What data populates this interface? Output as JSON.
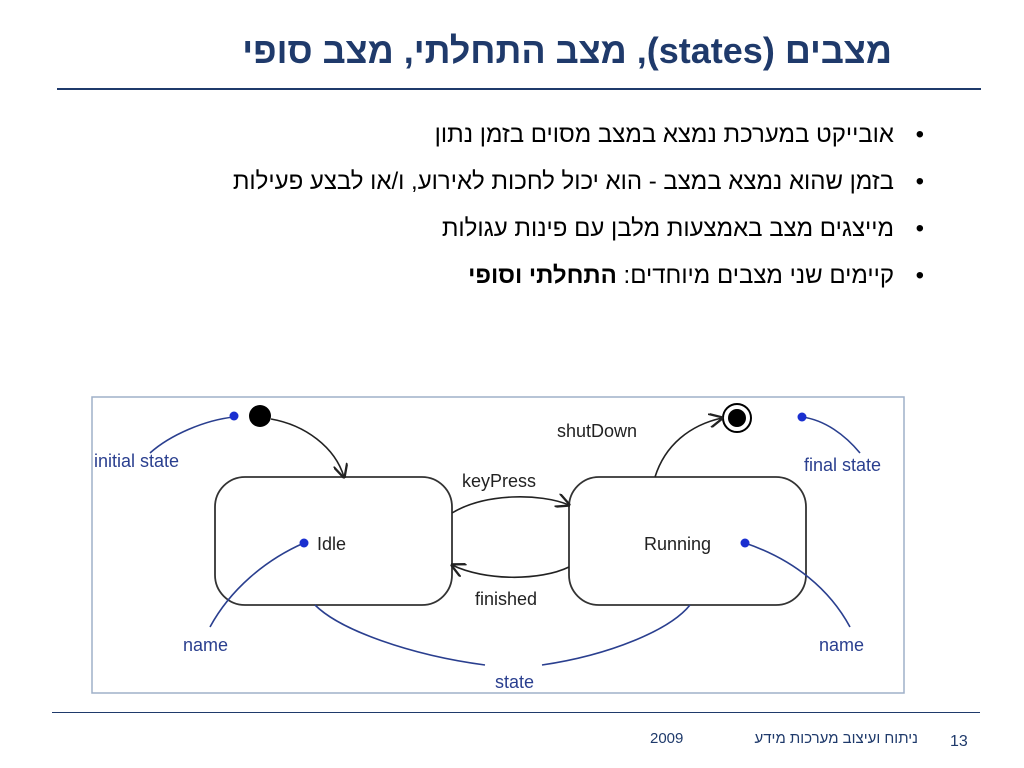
{
  "slide": {
    "title": "מצבים (states), מצב התחלתי, מצב סופי",
    "bullets": [
      {
        "text": "אובייקט במערכת נמצא במצב מסוים בזמן נתון"
      },
      {
        "text": "בזמן שהוא נמצא במצב - הוא יכול לחכות לאירוע, ו/או לבצע פעילות"
      },
      {
        "text": "מייצגים מצב באמצעות מלבן עם פינות עגולות"
      },
      {
        "text": "קיימים שני מצבים מיוחדים: ",
        "bold": "התחלתי וסופי"
      }
    ],
    "bullet_symbol": "•"
  },
  "diagram": {
    "states": [
      {
        "name": "Idle"
      },
      {
        "name": "Running"
      }
    ],
    "transitions": [
      {
        "label": "keyPress"
      },
      {
        "label": "finished"
      },
      {
        "label": "shutDown"
      }
    ],
    "annotations": {
      "initial_state": "initial state",
      "final_state": "final state",
      "name_left": "name",
      "name_right": "name",
      "state": "state"
    },
    "colors": {
      "annotation": "#2a3f8f",
      "dot": "#1a2fd0",
      "border": "#6f7f9f"
    }
  },
  "footer": {
    "course": "ניתוח ועיצוב מערכות מידע",
    "year": "2009",
    "page": "13"
  }
}
